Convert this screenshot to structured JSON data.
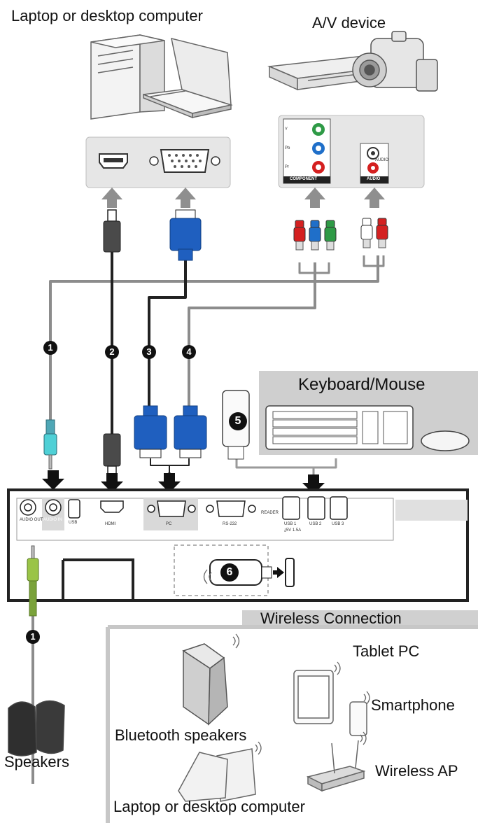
{
  "devices": {
    "computer_label": "Laptop or desktop computer",
    "av_label": "A/V device"
  },
  "av_panel": {
    "component_label": "COMPONENT",
    "audio_label": "AUDIO",
    "audio_small": "AUDIO",
    "y_label": "Y",
    "pb_label": "Pb",
    "pr_label": "Pr"
  },
  "cables": [
    "1",
    "2",
    "3",
    "4",
    "5",
    "6"
  ],
  "accessories": {
    "keyboard_label": "Keyboard/Mouse"
  },
  "projector_ports": {
    "audio_out": "AUDIO OUT",
    "audio_in": "AUDIO IN",
    "usb": "USB",
    "hdmi": "HDMI",
    "pc": "PC",
    "rs232": "RS-232",
    "reader": "READER",
    "usb1": "USB 1",
    "usb2": "USB 2",
    "usb3": "USB 3",
    "current": "⥙5V 1.5A"
  },
  "speakers": {
    "label": "Speakers"
  },
  "wireless": {
    "title": "Wireless Connection",
    "bt_speakers": "Bluetooth speakers",
    "tablet": "Tablet PC",
    "smartphone": "Smartphone",
    "computer": "Laptop or desktop computer",
    "ap": "Wireless AP"
  },
  "colors": {
    "cable_gray": "#8c8c8c",
    "vga_blue": "#1f5fbf",
    "green": "#2e9a46",
    "blue": "#1f6fc9",
    "red": "#d42020",
    "panel_gray": "#e6e6e6",
    "arrow_gray": "#8f8f8f"
  }
}
